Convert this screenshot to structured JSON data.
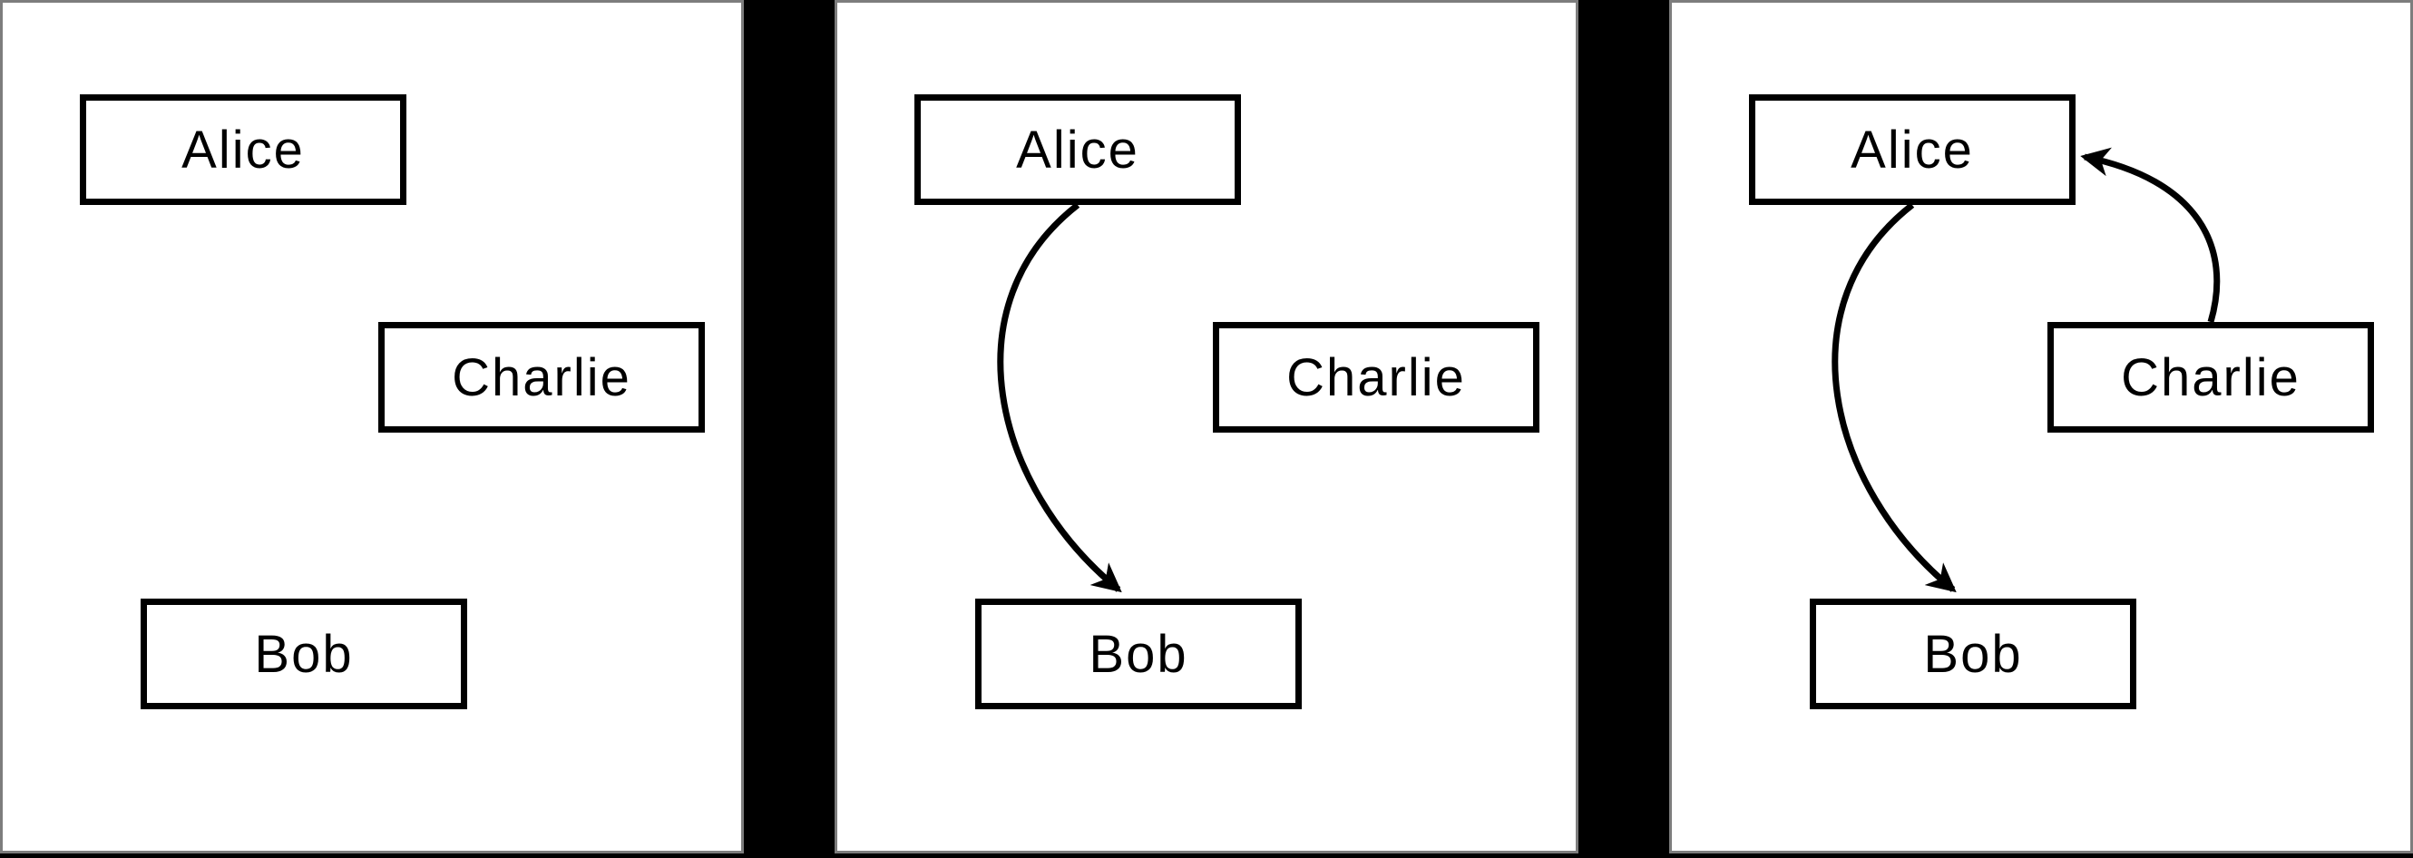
{
  "panels": [
    {
      "name": "panel-1",
      "nodes": {
        "alice": {
          "label": "Alice"
        },
        "charlie": {
          "label": "Charlie"
        },
        "bob": {
          "label": "Bob"
        }
      },
      "edges": []
    },
    {
      "name": "panel-2",
      "nodes": {
        "alice": {
          "label": "Alice"
        },
        "charlie": {
          "label": "Charlie"
        },
        "bob": {
          "label": "Bob"
        }
      },
      "edges": [
        {
          "from": "Alice",
          "to": "Bob"
        }
      ]
    },
    {
      "name": "panel-3",
      "nodes": {
        "alice": {
          "label": "Alice"
        },
        "charlie": {
          "label": "Charlie"
        },
        "bob": {
          "label": "Bob"
        }
      },
      "edges": [
        {
          "from": "Alice",
          "to": "Bob"
        },
        {
          "from": "Charlie",
          "to": "Alice"
        }
      ]
    }
  ],
  "colors": {
    "page_background": "#000000",
    "panel_background": "#ffffff",
    "panel_border": "#7d7d7d",
    "node_border": "#000000",
    "node_fill": "#ffffff",
    "edge_stroke": "#000000",
    "label_color": "#000000"
  }
}
